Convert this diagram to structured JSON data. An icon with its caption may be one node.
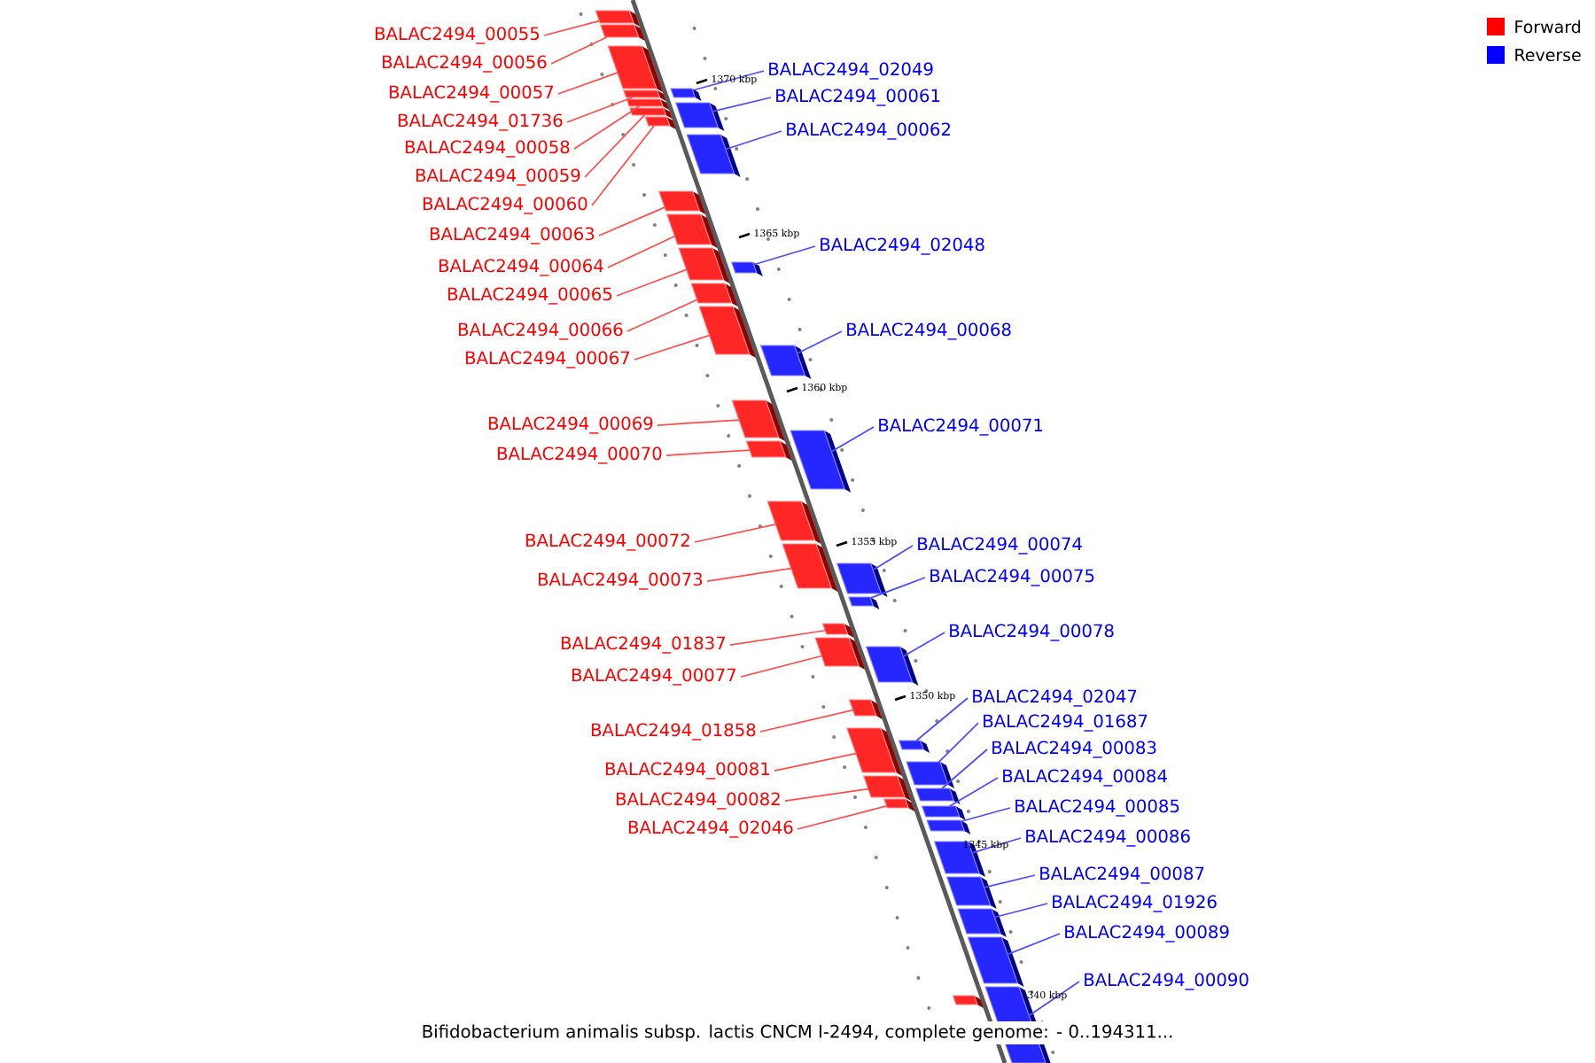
{
  "diagram": {
    "caption": "Bifidobacterium animalis subsp. lactis CNCM I-2494, complete genome: - 0..194311...",
    "nodes": [
      {
        "text": [
          "BALAC2494_00055"
        ]
      },
      {
        "text": [
          "BALAC2494_00056"
        ]
      },
      {
        "text": [
          "BALAC2494_00057"
        ]
      },
      {
        "text": [
          "BALAC2494_01736"
        ]
      },
      {
        "text": [
          "BALAC2494_00058"
        ]
      },
      {
        "text": [
          "BALAC2494_00059"
        ]
      },
      {
        "text": [
          "BALAC2494_00060"
        ]
      },
      {
        "text": [
          "BALAC2494_00063"
        ]
      },
      {
        "text": [
          "BALAC2494_00064"
        ]
      },
      {
        "text": [
          "BALAC2494_00065"
        ]
      },
      {
        "text": [
          "BALAC2494_00066"
        ]
      },
      {
        "text": [
          "BALAC2494_00067"
        ]
      },
      {
        "text": [
          "BALAC2494_00069"
        ]
      },
      {
        "text": [
          "BALAC2494_00070"
        ]
      },
      {
        "text": [
          "BALAC2494_00072"
        ]
      },
      {
        "text": [
          "BALAC2494_00073"
        ]
      },
      {
        "text": [
          "BALAC2494_01837"
        ]
      },
      {
        "text": [
          "BALAC2494_00077"
        ]
      },
      {
        "text": [
          "BALAC2494_01858"
        ]
      },
      {
        "text": [
          "BALAC2494_00081"
        ]
      },
      {
        "text": [
          "BALAC2494_00082"
        ]
      },
      {
        "text": [
          "BALAC2494_02046"
        ]
      },
      {
        "text": [
          "BALAC2494_02049"
        ]
      },
      {
        "text": [
          "BALAC2494_00061"
        ]
      },
      {
        "text": [
          "BALAC2494_00062"
        ]
      },
      {
        "text": [
          "BALAC2494_02048"
        ]
      },
      {
        "text": [
          "BALAC2494_00068"
        ]
      },
      {
        "text": [
          "BALAC2494_00071"
        ]
      },
      {
        "text": [
          "BALAC2494_00074"
        ]
      },
      {
        "text": [
          "BALAC2494_00075"
        ]
      },
      {
        "text": [
          "BALAC2494_00078"
        ]
      },
      {
        "text": [
          "BALAC2494_02047"
        ]
      },
      {
        "text": [
          "BALAC2494_01687"
        ]
      },
      {
        "text": [
          "BALAC2494_00083"
        ]
      },
      {
        "text": [
          "BALAC2494_00084"
        ]
      },
      {
        "text": [
          "BALAC2494_00085"
        ]
      },
      {
        "text": [
          "BALAC2494_00086"
        ]
      },
      {
        "text": [
          "BALAC2494_00087"
        ]
      },
      {
        "text": [
          "BALAC2494_01926"
        ]
      },
      {
        "text": [
          "BALAC2494_00089"
        ]
      },
      {
        "text": [
          "BALAC2494_00090"
        ]
      },
      {
        "text": [],
        "shape": "box"
      },
      {
        "text": [],
        "shape": "box"
      },
      {
        "text": [],
        "shape": "box"
      },
      {
        "text": [],
        "shape": "box"
      },
      {
        "text": [],
        "shape": "box"
      },
      {
        "text": [],
        "shape": "box"
      },
      {
        "text": [],
        "shape": "box"
      },
      {
        "text": [],
        "shape": "box"
      },
      {
        "text": [],
        "shape": "box"
      },
      {
        "text": [],
        "shape": "box"
      },
      {
        "text": [],
        "shape": "box"
      },
      {
        "text": [],
        "shape": "box"
      },
      {
        "text": [],
        "shape": "box"
      },
      {
        "text": [],
        "shape": "box"
      },
      {
        "text": [],
        "shape": "box"
      },
      {
        "text": [],
        "shape": "box"
      },
      {
        "text": [],
        "shape": "box"
      },
      {
        "text": [],
        "shape": "box"
      },
      {
        "text": [],
        "shape": "box"
      },
      {
        "text": [],
        "shape": "box"
      },
      {
        "text": [],
        "shape": "box"
      },
      {
        "text": [],
        "shape": "box"
      },
      {
        "text": [],
        "shape": "box"
      },
      {
        "text": [],
        "shape": "box"
      },
      {
        "text": [],
        "shape": "box"
      },
      {
        "text": [],
        "shape": "box"
      },
      {
        "text": [],
        "shape": "box"
      },
      {
        "text": [],
        "shape": "box"
      },
      {
        "text": [],
        "shape": "box"
      },
      {
        "text": [],
        "shape": "box"
      },
      {
        "text": [],
        "shape": "box"
      },
      {
        "text": [],
        "shape": "box"
      },
      {
        "text": [],
        "shape": "box"
      },
      {
        "text": [],
        "shape": "box"
      },
      {
        "text": [],
        "shape": "box"
      },
      {
        "text": [],
        "shape": "box"
      },
      {
        "text": [],
        "shape": "box"
      },
      {
        "text": [],
        "shape": "box"
      },
      {
        "text": [],
        "shape": "box"
      },
      {
        "text": [],
        "shape": "box"
      },
      {
        "text": [],
        "shape": "box"
      },
      {
        "text": [],
        "shape": "box"
      }
    ],
    "edges": [
      {
        "from": 0,
        "to": 41,
        "arrow": "none"
      },
      {
        "from": 1,
        "to": 42,
        "arrow": "none"
      },
      {
        "from": 2,
        "to": 43,
        "arrow": "none"
      },
      {
        "from": 3,
        "to": 44,
        "arrow": "none"
      },
      {
        "from": 4,
        "to": 45,
        "arrow": "none"
      },
      {
        "from": 5,
        "to": 46,
        "arrow": "none"
      },
      {
        "from": 6,
        "to": 47,
        "arrow": "none"
      },
      {
        "from": 7,
        "to": 48,
        "arrow": "none"
      },
      {
        "from": 8,
        "to": 49,
        "arrow": "none"
      },
      {
        "from": 9,
        "to": 50,
        "arrow": "none"
      },
      {
        "from": 10,
        "to": 51,
        "arrow": "none"
      },
      {
        "from": 11,
        "to": 52,
        "arrow": "none"
      },
      {
        "from": 12,
        "to": 53,
        "arrow": "none"
      },
      {
        "from": 13,
        "to": 54,
        "arrow": "none"
      },
      {
        "from": 14,
        "to": 55,
        "arrow": "none"
      },
      {
        "from": 15,
        "to": 56,
        "arrow": "none"
      },
      {
        "from": 16,
        "to": 57,
        "arrow": "none"
      },
      {
        "from": 17,
        "to": 58,
        "arrow": "none"
      },
      {
        "from": 18,
        "to": 59,
        "arrow": "none"
      },
      {
        "from": 19,
        "to": 60,
        "arrow": "none"
      },
      {
        "from": 20,
        "to": 61,
        "arrow": "none"
      },
      {
        "from": 21,
        "to": 62,
        "arrow": "none"
      },
      {
        "from": 22,
        "to": 64,
        "arrow": "none",
        "color": "#4d4dff"
      },
      {
        "from": 23,
        "to": 65,
        "arrow": "none",
        "color": "#4d4dff"
      },
      {
        "from": 24,
        "to": 66,
        "arrow": "none",
        "color": "#4d4dff"
      },
      {
        "from": 25,
        "to": 67,
        "arrow": "none",
        "color": "#4d4dff"
      },
      {
        "from": 26,
        "to": 68,
        "arrow": "none",
        "color": "#4d4dff"
      },
      {
        "from": 27,
        "to": 69,
        "arrow": "none",
        "color": "#4d4dff"
      },
      {
        "from": 28,
        "to": 70,
        "arrow": "none",
        "color": "#4d4dff"
      },
      {
        "from": 29,
        "to": 71,
        "arrow": "none",
        "color": "#4d4dff"
      },
      {
        "from": 30,
        "to": 72,
        "arrow": "none",
        "color": "#4d4dff"
      },
      {
        "from": 31,
        "to": 73,
        "arrow": "none",
        "color": "#4d4dff"
      },
      {
        "from": 32,
        "to": 74,
        "arrow": "none",
        "color": "#4d4dff"
      },
      {
        "from": 33,
        "to": 75,
        "arrow": "none",
        "color": "#4d4dff"
      },
      {
        "from": 34,
        "to": 76,
        "arrow": "none",
        "color": "#4d4dff"
      },
      {
        "from": 35,
        "to": 77,
        "arrow": "none",
        "color": "#4d4dff"
      },
      {
        "from": 36,
        "to": 78,
        "arrow": "none",
        "color": "#4d4dff"
      },
      {
        "from": 37,
        "to": 79,
        "arrow": "none",
        "color": "#4d4dff"
      },
      {
        "from": 38,
        "to": 80,
        "arrow": "none",
        "color": "#4d4dff"
      },
      {
        "from": 39,
        "to": 81,
        "arrow": "none",
        "color": "#4d4dff"
      },
      {
        "from": 40,
        "to": 82,
        "arrow": "none",
        "color": "#4d4dff"
      }
    ],
    "labels": [
      "1370 kbp",
      "1365 kbp",
      "1360 kbp",
      "1355 kbp",
      "1350 kbp",
      "1345 kbp",
      "1340 kbp"
    ],
    "legend": [
      {
        "text": "Forward",
        "color": "#ff0000"
      },
      {
        "text": "Reverse",
        "color": "#0000ff"
      }
    ]
  }
}
